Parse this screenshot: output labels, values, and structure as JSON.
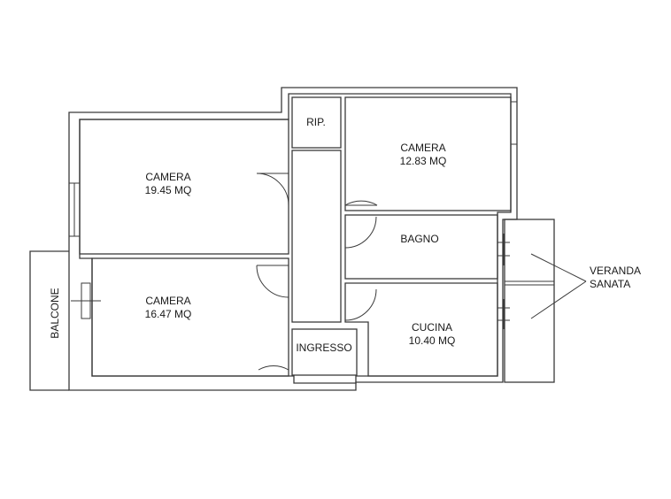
{
  "floorplan": {
    "rooms": {
      "camera_top_left": {
        "name": "CAMERA",
        "area": "19.45 MQ"
      },
      "camera_bottom_left": {
        "name": "CAMERA",
        "area": "16.47 MQ"
      },
      "camera_top_right": {
        "name": "CAMERA",
        "area": "12.83 MQ"
      },
      "cucina": {
        "name": "CUCINA",
        "area": "10.40 MQ"
      },
      "bagno": {
        "name": "BAGNO"
      },
      "ripostiglio": {
        "name": "RIP."
      },
      "ingresso": {
        "name": "INGRESSO"
      },
      "balcone": {
        "name": "BALCONE"
      }
    },
    "veranda": {
      "line1": "VERANDA",
      "line2": "SANATA"
    }
  }
}
